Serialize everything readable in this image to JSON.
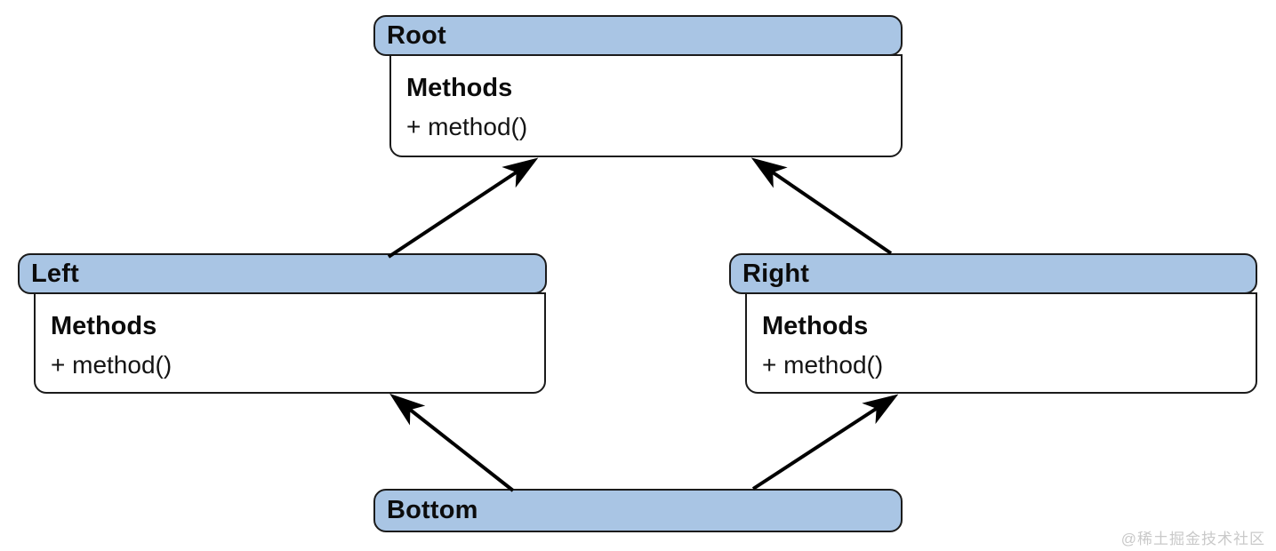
{
  "diagram_type": "uml-class-diagram-diamond-inheritance",
  "colors": {
    "node_header_fill": "#a9c5e4",
    "node_border": "#1b1b1b",
    "node_body_fill": "#ffffff",
    "arrow": "#000000",
    "watermark": "#c9c9c9",
    "background": "#ffffff"
  },
  "nodes": [
    {
      "id": "root",
      "title": "Root",
      "section_label": "Methods",
      "members": [
        "+ method()"
      ]
    },
    {
      "id": "left",
      "title": "Left",
      "section_label": "Methods",
      "members": [
        "+ method()"
      ]
    },
    {
      "id": "right",
      "title": "Right",
      "section_label": "Methods",
      "members": [
        "+ method()"
      ]
    },
    {
      "id": "bottom",
      "title": "Bottom",
      "section_label": "",
      "members": []
    }
  ],
  "edges": [
    {
      "from": "Left",
      "to": "Root"
    },
    {
      "from": "Right",
      "to": "Root"
    },
    {
      "from": "Bottom",
      "to": "Left"
    },
    {
      "from": "Bottom",
      "to": "Right"
    }
  ],
  "watermark": "@稀土掘金技术社区"
}
